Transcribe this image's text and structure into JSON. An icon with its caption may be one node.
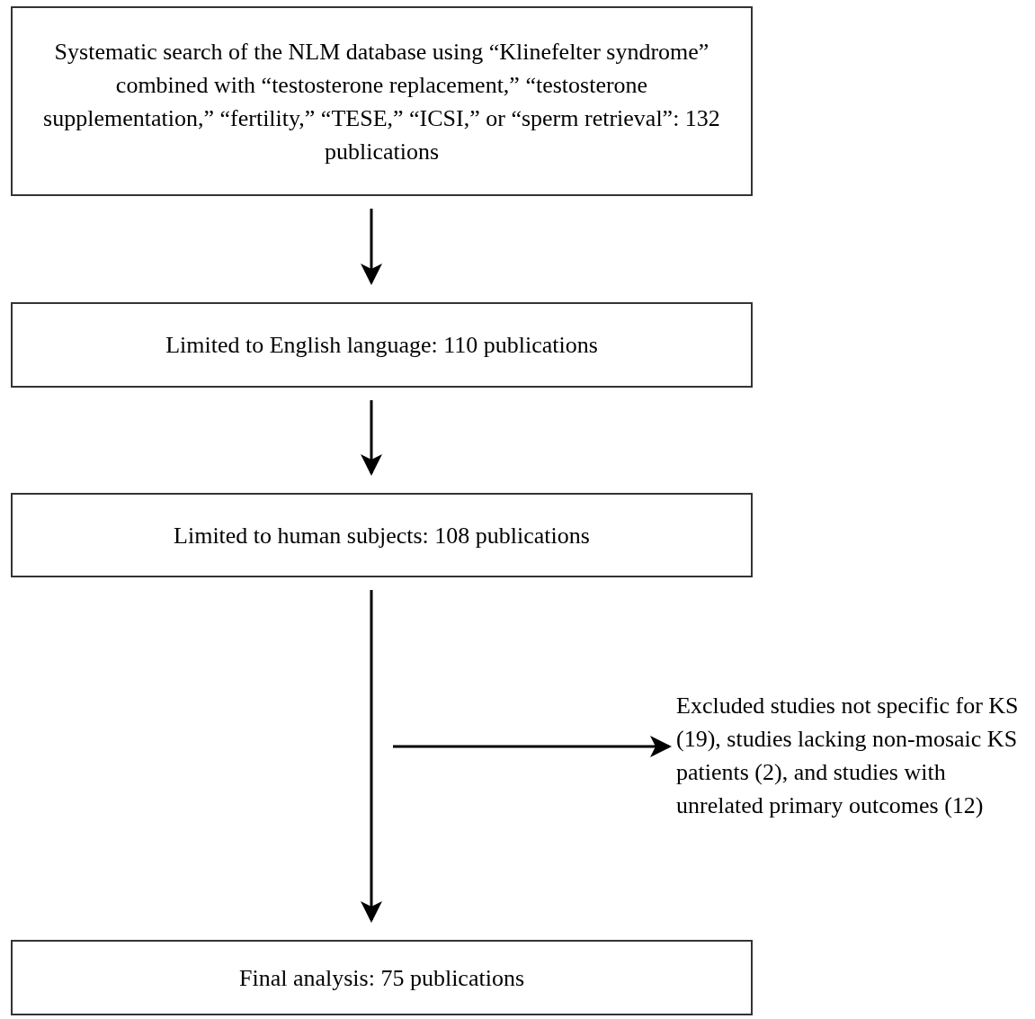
{
  "diagram": {
    "nodes": [
      {
        "text": [
          "Systematic search of the NLM database using “Klinefelter syndrome” combined with “testosterone replacement,” “testosterone supplementation,” “fertility,” “TESE,” “ICSI,” or “sperm retrieval”: 132 publications"
        ]
      },
      {
        "text": [
          "Limited to English language: 110 publications"
        ]
      },
      {
        "text": [
          "Limited to human subjects: 108 publications"
        ]
      },
      {
        "text": [
          "Excluded studies not specific for KS (19), studies lacking non-mosaic KS patients (2), and studies with unrelated primary outcomes (12)"
        ]
      },
      {
        "text": [
          "Final analysis: 75 publications"
        ]
      }
    ],
    "edges": [
      {
        "from": 0,
        "to": 1,
        "arrow": "to"
      },
      {
        "from": 1,
        "to": 2,
        "arrow": "to"
      },
      {
        "from": 2,
        "to": 4,
        "arrow": "to"
      },
      {
        "from": null,
        "to": 3,
        "arrow": "to"
      }
    ]
  }
}
